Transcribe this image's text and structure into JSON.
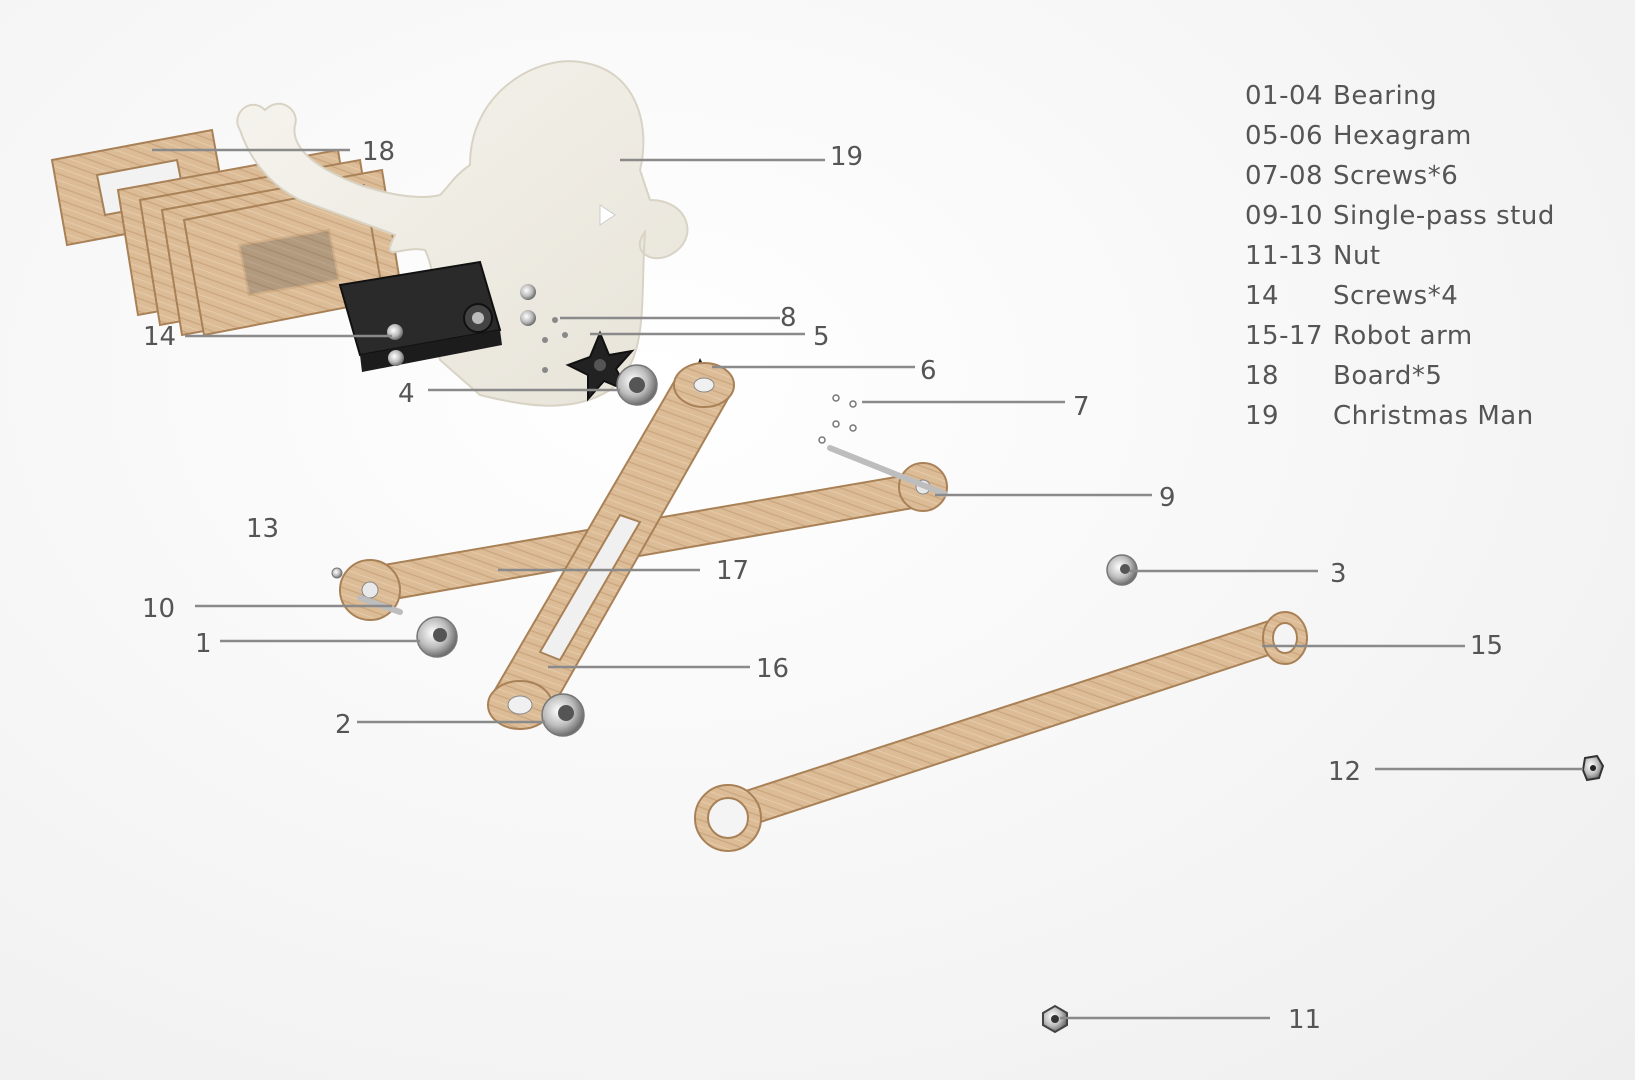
{
  "legend": [
    {
      "code": "01-04",
      "label": "Bearing"
    },
    {
      "code": "05-06",
      "label": "Hexagram"
    },
    {
      "code": "07-08",
      "label": "Screws*6"
    },
    {
      "code": "09-10",
      "label": "Single-pass stud"
    },
    {
      "code": "11-13",
      "label": "Nut"
    },
    {
      "code": "14",
      "label": "Screws*4"
    },
    {
      "code": "15-17",
      "label": "Robot arm"
    },
    {
      "code": "18",
      "label": "Board*5"
    },
    {
      "code": "19",
      "label": "Christmas Man"
    }
  ],
  "callouts": {
    "c1": "1",
    "c2": "2",
    "c3": "3",
    "c4": "4",
    "c5": "5",
    "c6": "6",
    "c7": "7",
    "c8": "8",
    "c9": "9",
    "c10": "10",
    "c11": "11",
    "c12": "12",
    "c13": "13",
    "c14": "14",
    "c15": "15",
    "c16": "16",
    "c17": "17",
    "c18": "18",
    "c19": "19"
  },
  "colors": {
    "wood": "#d9b892",
    "wood_dark": "#b98f63",
    "board_white": "#f1eee6",
    "servo": "#2a2a2a",
    "metal": "#c9c9c9",
    "text": "#555555"
  }
}
